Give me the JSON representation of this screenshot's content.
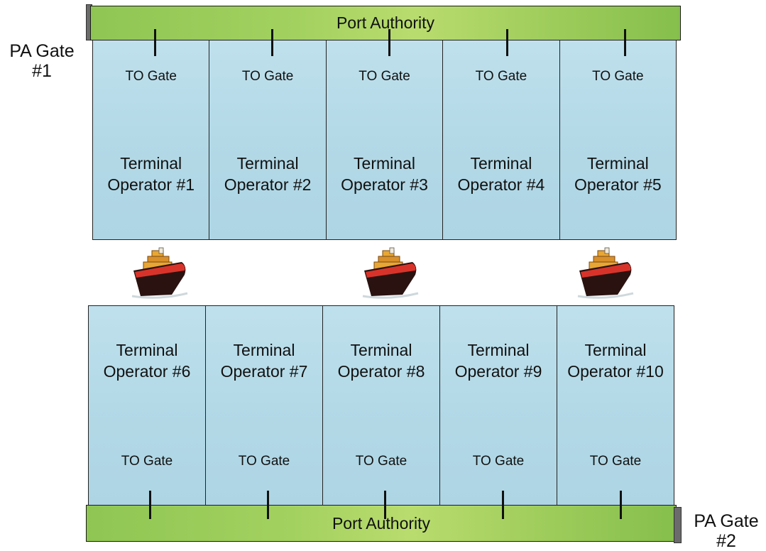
{
  "port_authority": {
    "top_label": "Port Authority",
    "bottom_label": "Port Authority"
  },
  "pa_gates": {
    "gate1": "PA Gate\n#1",
    "gate2": "PA Gate\n#2"
  },
  "top_terminals": [
    {
      "name": "Terminal\nOperator #1",
      "gate": "TO Gate"
    },
    {
      "name": "Terminal\nOperator #2",
      "gate": "TO Gate"
    },
    {
      "name": "Terminal\nOperator #3",
      "gate": "TO Gate"
    },
    {
      "name": "Terminal\nOperator #4",
      "gate": "TO Gate"
    },
    {
      "name": "Terminal\nOperator #5",
      "gate": "TO Gate"
    }
  ],
  "bottom_terminals": [
    {
      "name": "Terminal\nOperator #6",
      "gate": "TO Gate"
    },
    {
      "name": "Terminal\nOperator #7",
      "gate": "TO Gate"
    },
    {
      "name": "Terminal\nOperator #8",
      "gate": "TO Gate"
    },
    {
      "name": "Terminal\nOperator #9",
      "gate": "TO Gate"
    },
    {
      "name": "Terminal\nOperator #10",
      "gate": "TO Gate"
    }
  ],
  "ships": [
    "cargo-ship-icon",
    "cargo-ship-icon",
    "cargo-ship-icon"
  ],
  "colors": {
    "port_authority": "#a3d160",
    "terminal": "#b3d9e7",
    "hull": "#2a1210",
    "hull_stripe": "#d8332a",
    "containers": "#e8a634"
  }
}
